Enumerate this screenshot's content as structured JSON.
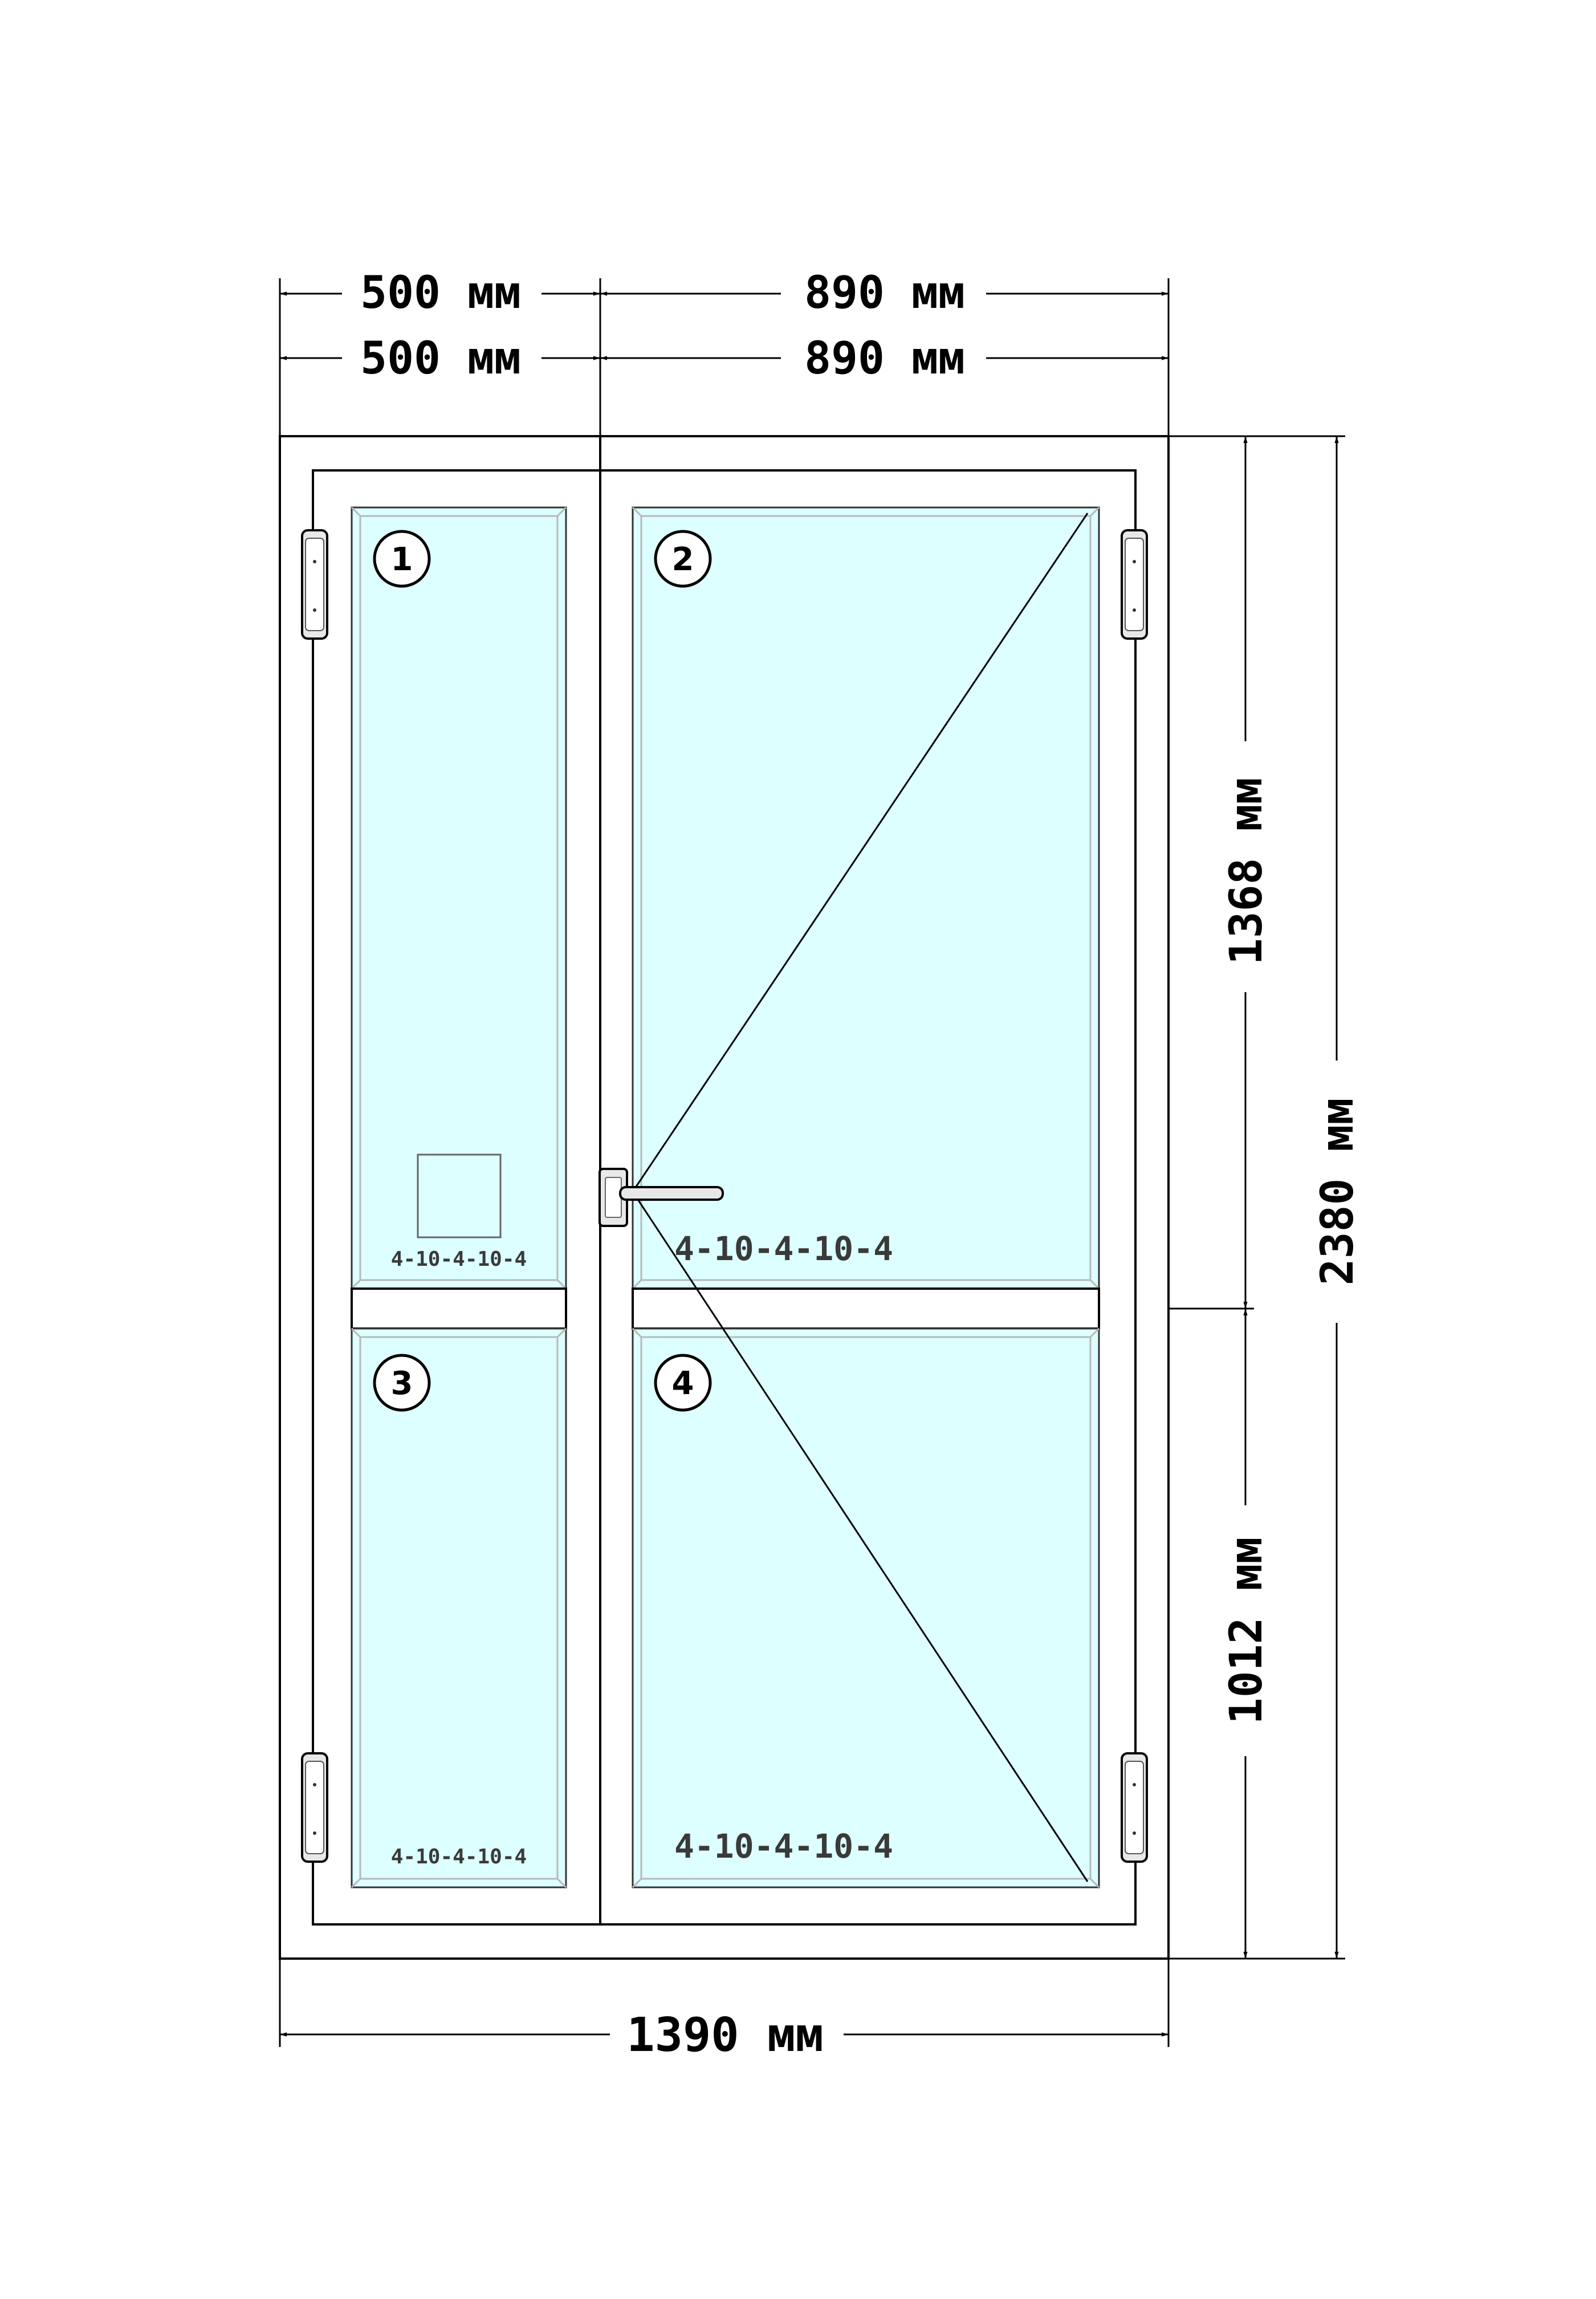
{
  "colors": {
    "glass": "#ddffff",
    "line": "#000000",
    "glass_text": "#3a3a3a",
    "frame": "#ffffff",
    "hardware": "#e8e8e8"
  },
  "dimensions": {
    "top_row1_left": "500 мм",
    "top_row1_right": "890 мм",
    "top_row2_left": "500 мм",
    "top_row2_right": "890 мм",
    "bottom_total": "1390 мм",
    "right_upper": "1368 мм",
    "right_lower": "1012 мм",
    "right_total": "2380 мм"
  },
  "panes": [
    {
      "number": "1",
      "glass_spec": "4-10-4-10-4"
    },
    {
      "number": "2",
      "glass_spec": "4-10-4-10-4"
    },
    {
      "number": "3",
      "glass_spec": "4-10-4-10-4"
    },
    {
      "number": "4",
      "glass_spec": "4-10-4-10-4"
    }
  ],
  "icons": {
    "hinge": "hinge-icon",
    "handle": "door-handle-icon",
    "vent": "vent-square-icon"
  }
}
